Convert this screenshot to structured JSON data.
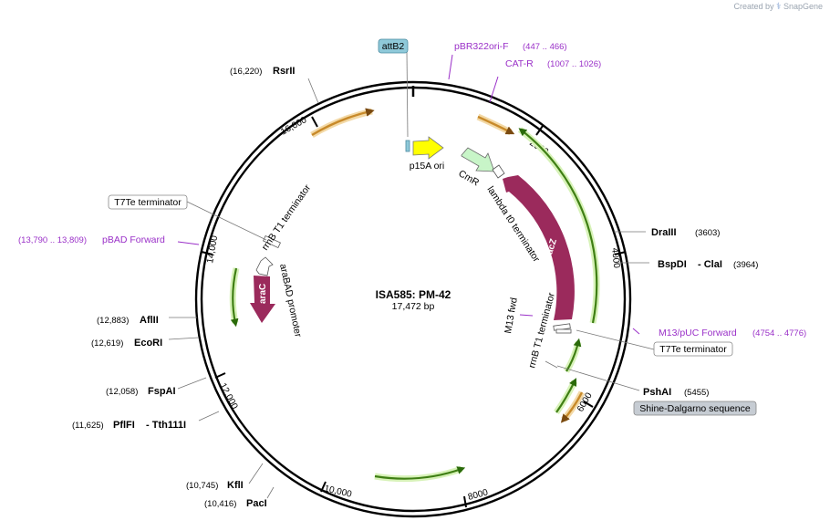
{
  "branding": {
    "created_by": "Created by",
    "app": "SnapGene"
  },
  "plasmid": {
    "name": "ISA585: PM-42",
    "size": "17,472 bp"
  },
  "ticks": [
    "2000",
    "4000",
    "6000",
    "8000",
    "10,000",
    "12,000",
    "14,000",
    "16,000"
  ],
  "sites": [
    {
      "pos": "(3603)",
      "name": "DraIII"
    },
    {
      "pos": "(3964)",
      "name": "BspDI",
      "name2": "- ClaI"
    },
    {
      "pos": "(5455)",
      "name": "PshAI"
    },
    {
      "pos": "(16,220)",
      "name": "RsrII"
    },
    {
      "pos": "(12,883)",
      "name": "AflII"
    },
    {
      "pos": "(12,619)",
      "name": "EcoRI"
    },
    {
      "pos": "(12,058)",
      "name": "FspAI"
    },
    {
      "pos": "(11,625)",
      "name": "PflFI",
      "name2": "- Tth111I"
    },
    {
      "pos": "(10,745)",
      "name": "KflI"
    },
    {
      "pos": "(10,416)",
      "name": "PacI"
    }
  ],
  "primers": [
    {
      "name": "pBR322ori-F",
      "range": "(447 .. 466)"
    },
    {
      "name": "CAT-R",
      "range": "(1007 .. 1026)"
    },
    {
      "name": "M13/pUC Forward",
      "range": "(4754 .. 4776)"
    },
    {
      "name": "pBAD Forward",
      "range": "(13,790 .. 13,809)"
    }
  ],
  "boxed": {
    "attb2": "attB2",
    "t7te_left": "T7Te terminator",
    "t7te_right": "T7Te terminator",
    "shine": "Shine-Dalgarno sequence"
  },
  "features": {
    "p15a": "p15A ori",
    "cmr": "CmR",
    "lambda": "lambda t0 terminator",
    "lacz": "lacZ",
    "m13": "M13 fwd",
    "rrnb_right": "rrnB T1 terminator",
    "rrnb_left": "rrnB T1 terminator",
    "arac": "araC",
    "arabad": "araBAD promoter"
  },
  "colors": {
    "yellow": "#ffff00",
    "cmr_green": "#c8f5c8",
    "lacz": "#9b2a5c",
    "orange": "#e8a640",
    "green": "#4c8c1a",
    "purple": "#9a30c8",
    "attb2": "#8fc9d9",
    "gray_box": "#c6ccd3"
  }
}
